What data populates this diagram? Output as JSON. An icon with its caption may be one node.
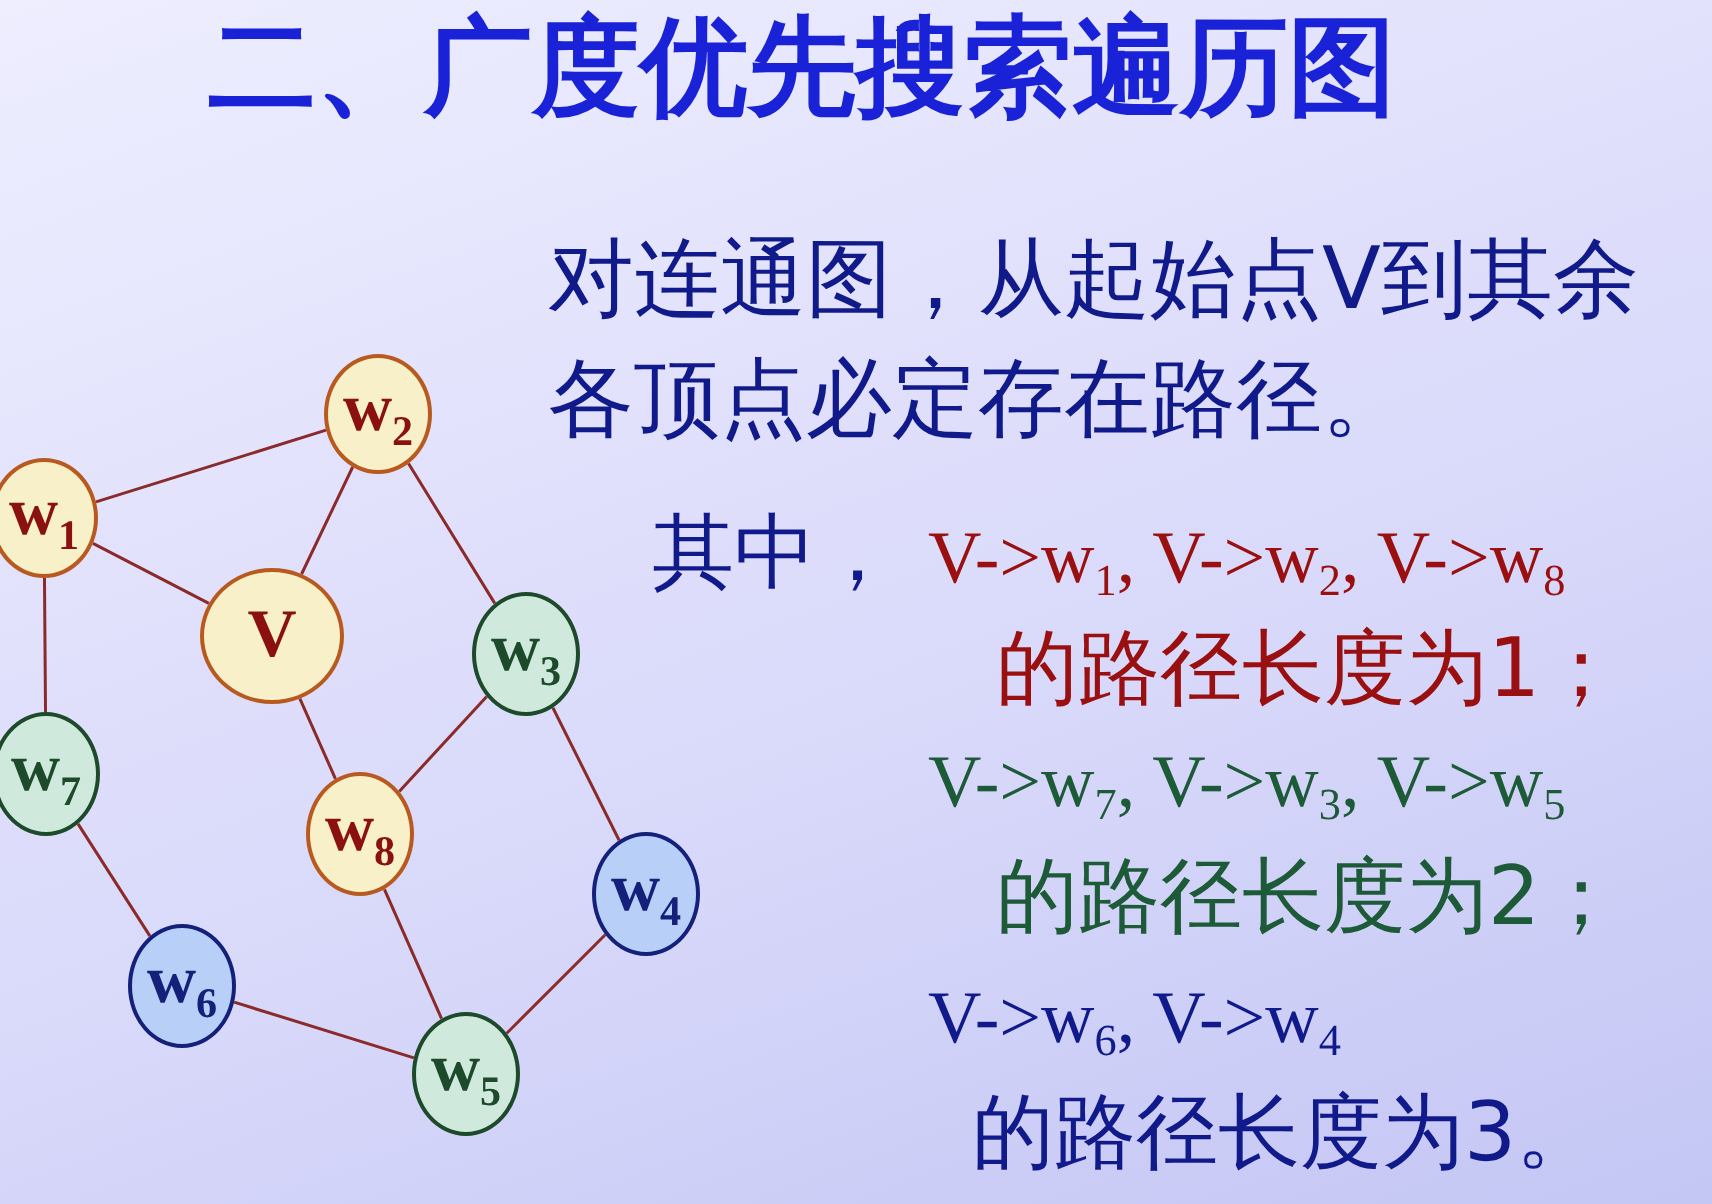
{
  "diagram": {
    "title": "二、广度优先搜索遍历图",
    "nodes": [
      {
        "text": [
          "V"
        ]
      },
      {
        "text": [
          "w$_{1}$"
        ]
      },
      {
        "text": [
          "w$_{2}$"
        ]
      },
      {
        "text": [
          "w$_{3}$"
        ]
      },
      {
        "text": [
          "w$_{7}$"
        ]
      },
      {
        "text": [
          "w$_{8}$"
        ]
      },
      {
        "text": [
          "w$_{4}$"
        ]
      },
      {
        "text": [
          "w$_{6}$"
        ]
      },
      {
        "text": [
          "w$_{5}$"
        ]
      }
    ],
    "edges": [
      {
        "from": 1,
        "to": 2,
        "arrow": "none"
      },
      {
        "from": 1,
        "to": 0,
        "arrow": "none"
      },
      {
        "from": 2,
        "to": 0,
        "arrow": "none"
      },
      {
        "from": 2,
        "to": 3,
        "arrow": "none"
      },
      {
        "from": 1,
        "to": 4,
        "arrow": "none"
      },
      {
        "from": 0,
        "to": 5,
        "arrow": "none"
      },
      {
        "from": 3,
        "to": 5,
        "arrow": "none"
      },
      {
        "from": 3,
        "to": 6,
        "arrow": "none"
      },
      {
        "from": 4,
        "to": 7,
        "arrow": "none"
      },
      {
        "from": 5,
        "to": 8,
        "arrow": "none"
      },
      {
        "from": 7,
        "to": 8,
        "arrow": "none"
      },
      {
        "from": 6,
        "to": 8,
        "arrow": "none"
      }
    ],
    "labels": [
      "对连通图，从起始点V到其余各顶点必定存在路径。",
      "其中，",
      "V->w$_{1}$, V->w$_{2}$, V->w$_{8}$",
      "的路径长度为1；",
      "V->w$_{7}$, V->w$_{3}$, V->w$_{5}$",
      "的路径长度为2；",
      "V->w$_{6}$, V->w$_{4}$",
      "的路径长度为3。"
    ]
  }
}
